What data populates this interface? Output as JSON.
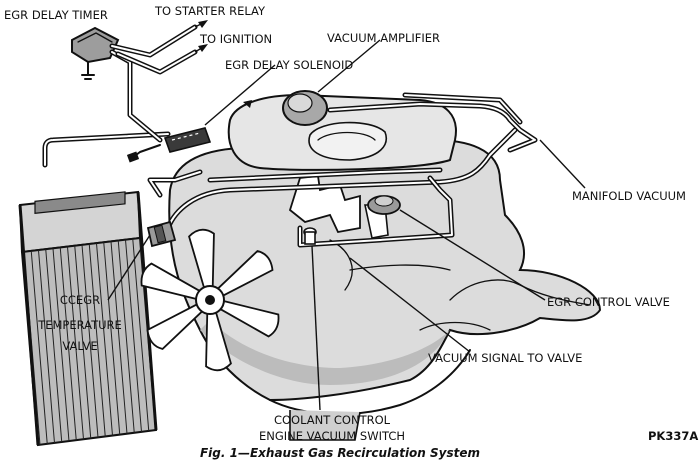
{
  "labels": {
    "egr_delay_timer": "EGR DELAY TIMER",
    "to_starter_relay": "TO STARTER RELAY",
    "to_ignition": "TO IGNITION",
    "vacuum_amplifier": "VACUUM AMPLIFIER",
    "egr_delay_solenoid": "EGR DELAY SOLENOID",
    "manifold_vacuum": "MANIFOLD VACUUM",
    "ccegr_line1": "CCEGR",
    "ccegr_line2": "TEMPERATURE",
    "ccegr_line3": "VALVE",
    "egr_control_valve": "EGR CONTROL VALVE",
    "vacuum_signal_to_valve": "VACUUM SIGNAL TO VALVE",
    "coolant_line1": "COOLANT CONTROL",
    "coolant_line2": "ENGINE VACUUM SWITCH"
  },
  "caption": "Fig. 1—Exhaust Gas Recirculation System",
  "figure_code": "PK337A"
}
